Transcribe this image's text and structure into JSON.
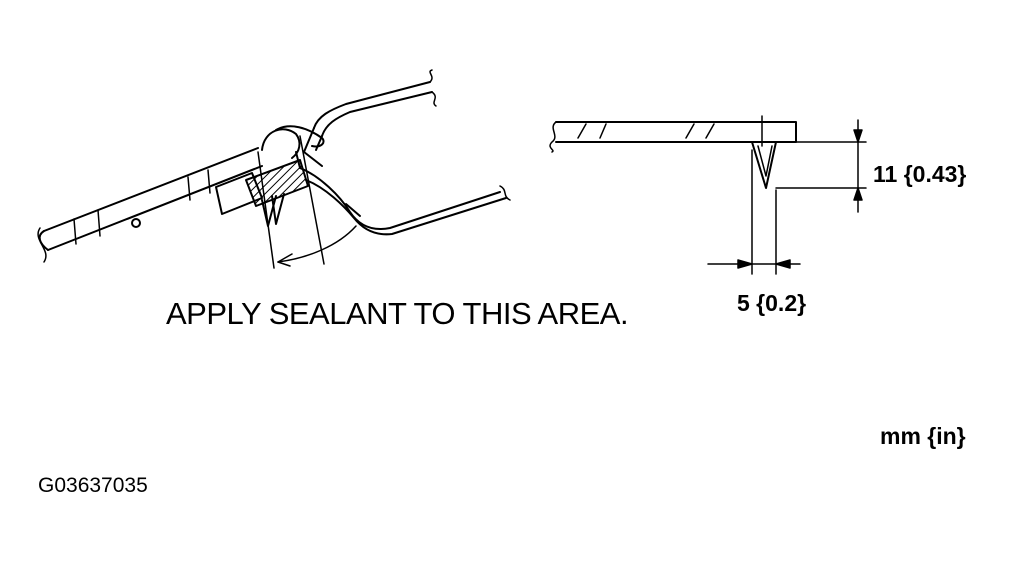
{
  "diagram": {
    "note": "APPLY SEALANT TO THIS AREA.",
    "dimension_height": "11 {0.43}",
    "dimension_width": "5 {0.2}",
    "units": "mm {in}",
    "figure_code": "G03637035",
    "line_color": "#000000",
    "background_color": "#ffffff"
  }
}
